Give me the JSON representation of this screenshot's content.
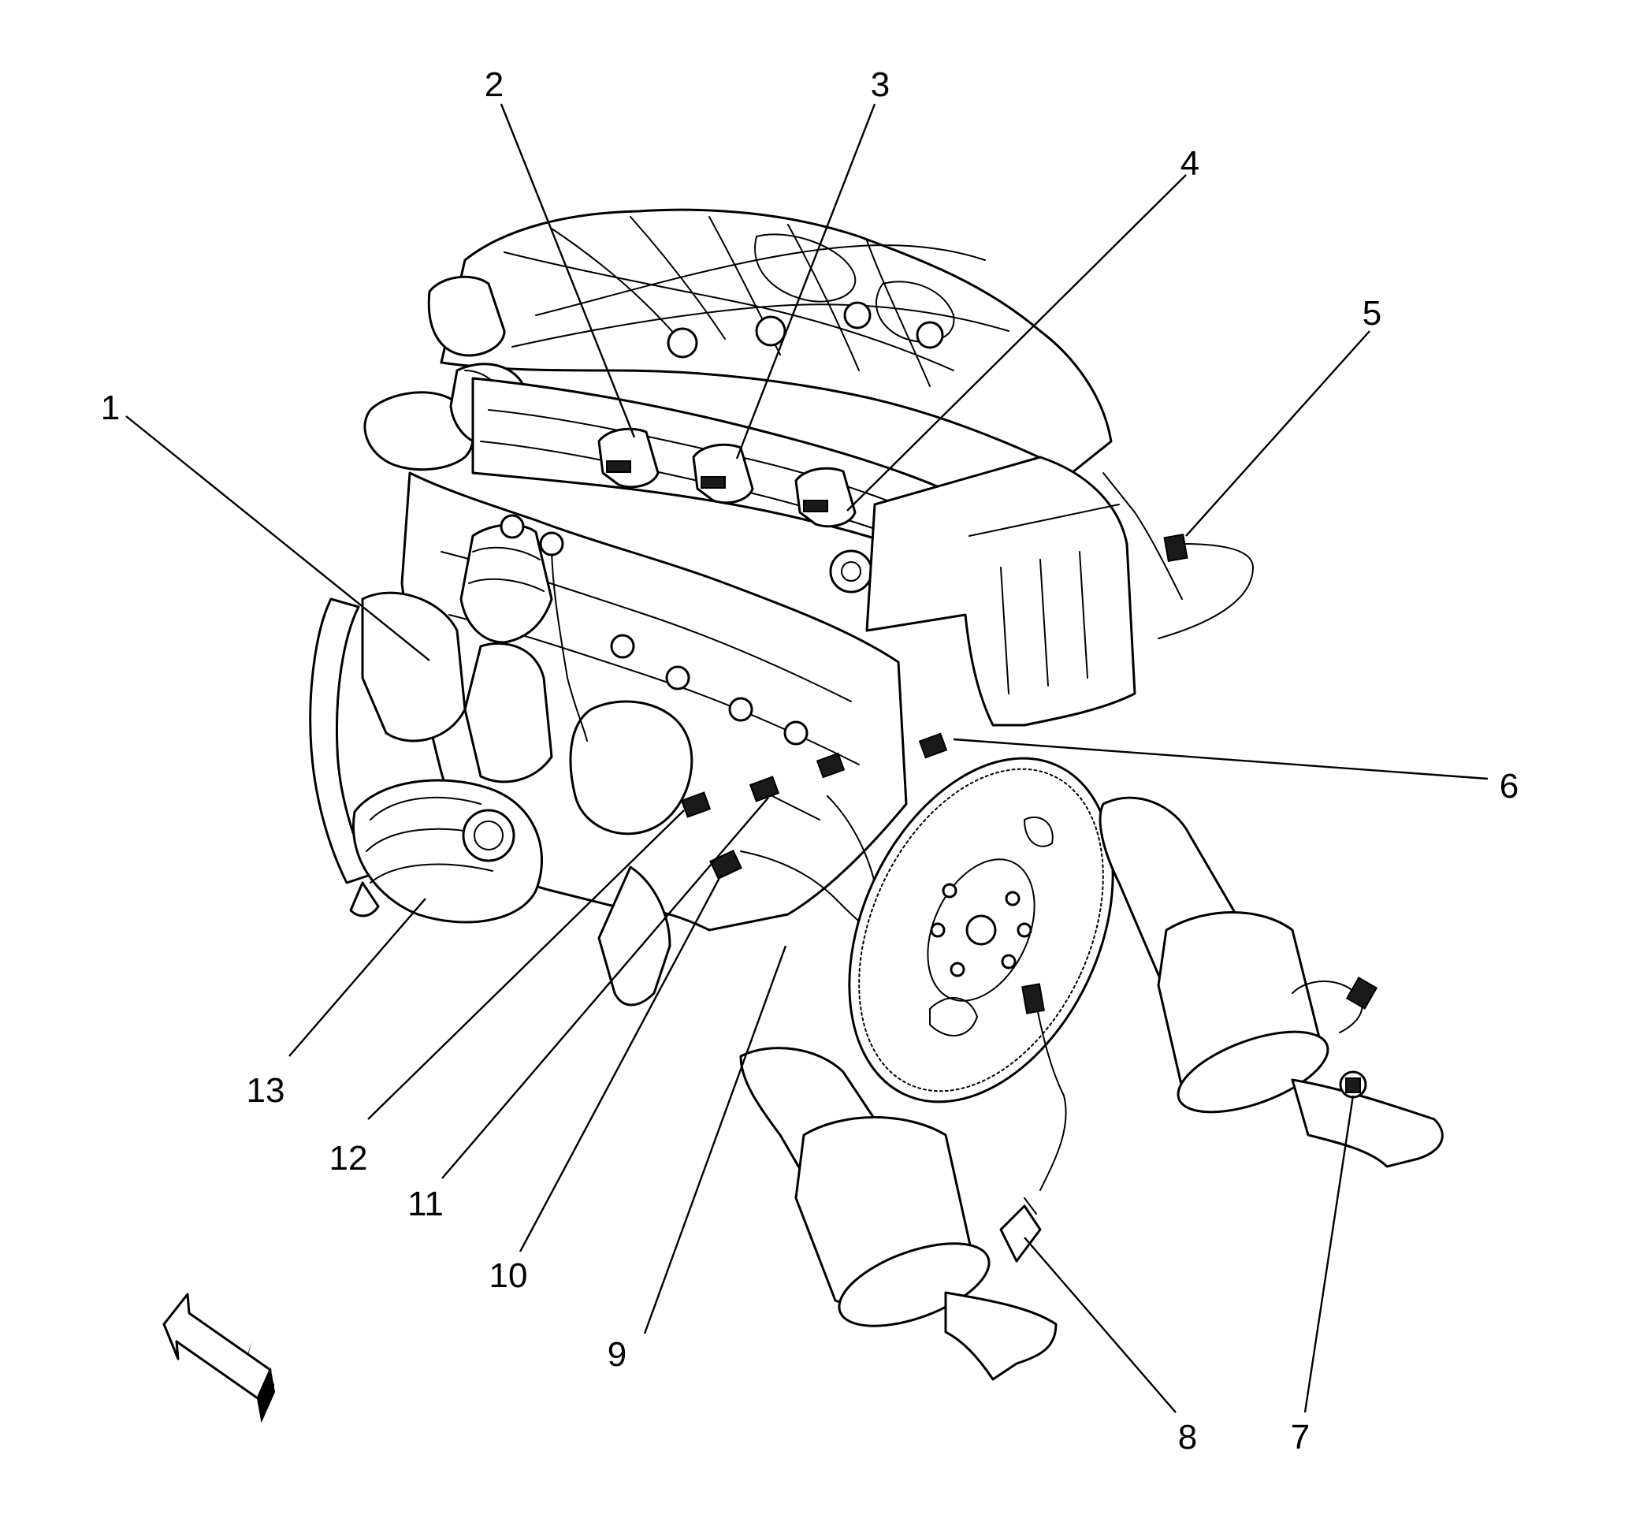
{
  "callouts": [
    {
      "id": "1",
      "label": "1"
    },
    {
      "id": "2",
      "label": "2"
    },
    {
      "id": "3",
      "label": "3"
    },
    {
      "id": "4",
      "label": "4"
    },
    {
      "id": "5",
      "label": "5"
    },
    {
      "id": "6",
      "label": "6"
    },
    {
      "id": "7",
      "label": "7"
    },
    {
      "id": "8",
      "label": "8"
    },
    {
      "id": "9",
      "label": "9"
    },
    {
      "id": "10",
      "label": "10"
    },
    {
      "id": "11",
      "label": "11"
    },
    {
      "id": "12",
      "label": "12"
    },
    {
      "id": "13",
      "label": "13"
    }
  ],
  "colors": {
    "ink": "#000000",
    "background": "#ffffff"
  },
  "icons": {
    "view_direction": "view-direction-arrow-icon"
  }
}
